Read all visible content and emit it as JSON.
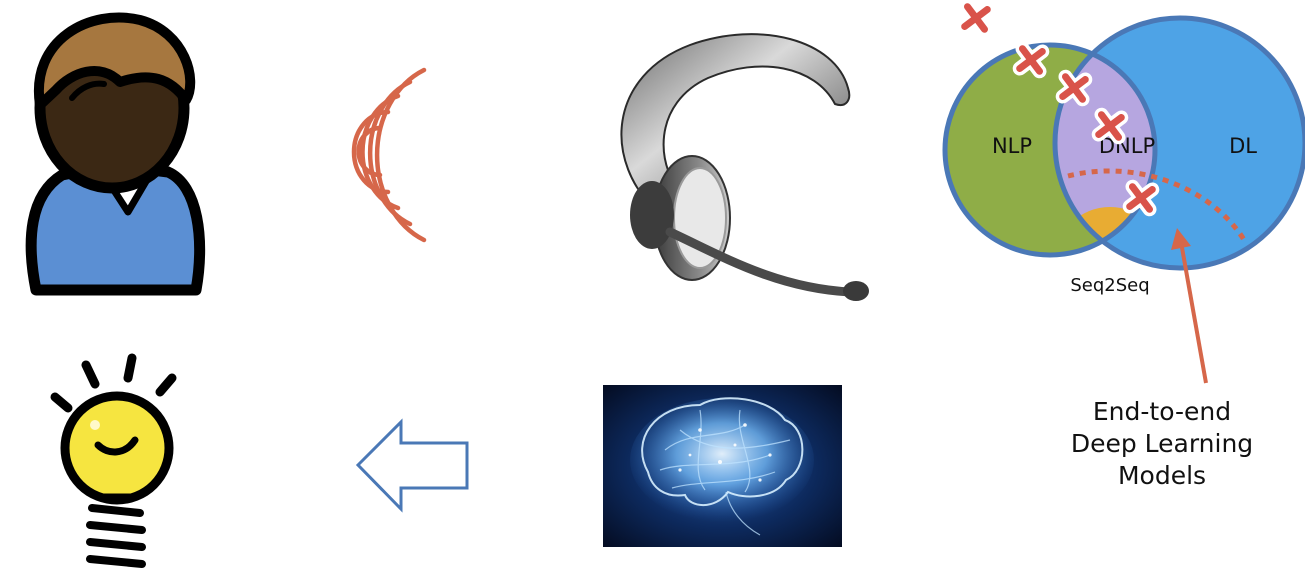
{
  "venn": {
    "left_label": "NLP",
    "middle_label": "DNLP",
    "right_label": "DL",
    "overlap_label": "Seq2Seq",
    "colors": {
      "nlp": "#8fad47",
      "dnlp": "#b6a6e0",
      "dl": "#4ea3e6",
      "seq2seq": "#e8ac33",
      "outline": "#4a78b6",
      "marker": "#d9534a"
    }
  },
  "annotation": {
    "lines": [
      "End-to-end",
      "Deep Learning",
      "Models"
    ]
  },
  "icons": {
    "person": "person-icon",
    "sound_waves": "sound-waves-icon",
    "headset": "headset-icon",
    "brain": "brain-image",
    "arrow": "left-arrow-icon",
    "lightbulb": "lightbulb-icon"
  }
}
